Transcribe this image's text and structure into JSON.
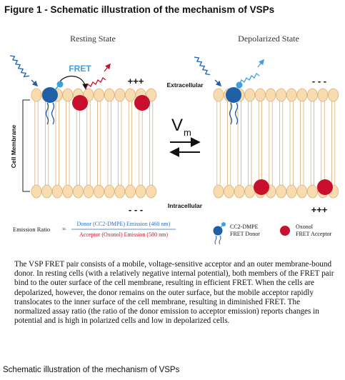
{
  "figure_title": "Figure 1 - Schematic illustration of the mechanism of VSPs",
  "diagram": {
    "resting_state_label": "Resting State",
    "depolarized_state_label": "Depolarized State",
    "fret_label": "FRET",
    "extracellular_label": "Extracellular",
    "intracellular_label": "Intracellular",
    "cell_membrane_label": "Cell Membrane",
    "vm_label": "V",
    "vm_subscript": "m",
    "resting_top_charge": "+++",
    "resting_bottom_charge": "- - -",
    "depolarized_top_charge": "- - -",
    "depolarized_bottom_charge": "+++",
    "emission_ratio_label": "Emission Ratio",
    "equals": "=",
    "ratio_numerator": "Donor (CC2-DMPE) Emission (460 nm)",
    "ratio_denominator": "Acceptor (Oxonol) Emission (580 nm)",
    "legend": {
      "donor_line1": "CC2-DMPE",
      "donor_line2": "FRET Donor",
      "acceptor_line1": "Oxonol",
      "acceptor_line2": "FRET Acceptor"
    },
    "colors": {
      "donor": "#1f5fa8",
      "donor_light": "#3ea0e0",
      "acceptor": "#c8102e",
      "lipid_fill": "#f8dcb0",
      "lipid_stroke": "#d8b078",
      "numerator_text": "#2a6fc0",
      "denominator_text": "#c8102e"
    }
  },
  "description": "The VSP FRET pair consists of a mobile, voltage-sensitive acceptor and an outer membrane-bound donor. In resting cells (with a relatively negative internal potential), both members of the FRET pair bind to the outer surface of the cell membrane, resulting in efficient FRET. When the cells are depolarized, however, the donor remains on the outer surface, but the mobile acceptor rapidly translocates to the inner surface of the cell membrane, resulting in diminished FRET. The normalized assay ratio (the ratio of the donor emission to acceptor emission) reports changes in potential and is high in polarized cells and low in depolarized cells.",
  "caption": "Schematic illustration of the mechanism of VSPs"
}
